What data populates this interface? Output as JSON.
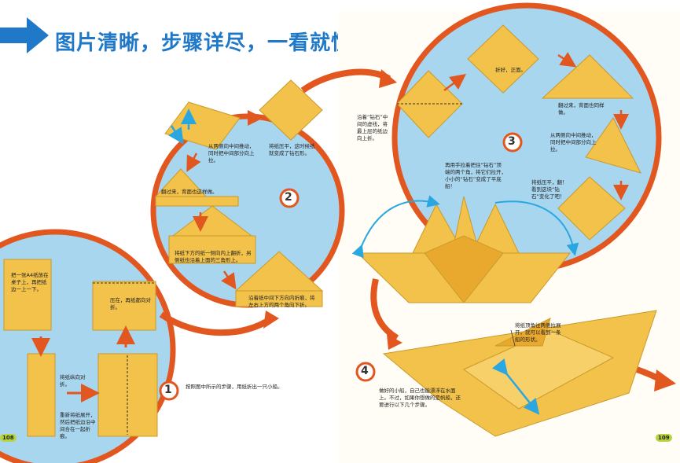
{
  "header": {
    "title": "图片清晰，步骤详尽，一看就懂"
  },
  "steps": [
    {
      "number": "1",
      "text": "按照图中所示的步骤，用纸折出一只小船。"
    },
    {
      "number": "2"
    },
    {
      "number": "3"
    },
    {
      "number": "4",
      "text": "做好的小船，自己也能漂浮在水面上。不过，如果你想做的是帆船，还要进行以下几个步骤。"
    }
  ],
  "captions": {
    "c1": "把一张A4纸放在桌子上，再把纸边一上一下。",
    "c2": "压在，再纸都向对折。",
    "c3": "将纸纵向对折。",
    "c4": "重新将纸展开，然后把纸边沿中间合在一起折痕。",
    "c5": "从两侧向中间推动，同时把中间部分向上拉。",
    "c6": "将纸压平，这时候纸就变成了钻石形。",
    "c7": "翻过来，背面也这样做。",
    "c8": "将纸下方的纸一侧向内上翻折，另侧纸也沿着上面的三角形上。",
    "c9": "沿着纸中间下方向内折痕，将左右上方的两个角向下折。",
    "c10": "沿着“钻石”中间的虚线，将最上层的纸边向上折。",
    "c11": "折好，正面。",
    "c12": "翻过来，背面也同样做。",
    "c13": "从两侧向中间推动，同时把中间部分向上拉。",
    "c14": "再用手拉着把住“钻石”顶端的两个角，将它们拉开，小小的“钻石”变成了平底船！",
    "c15": "将纸压平，翻！看到这块“钻石”变化了吧！",
    "c16": "将纸顶角往两侧拉展开，就可以看到一条船的形状。"
  },
  "page_numbers": {
    "left": "108",
    "right": "109"
  },
  "colors": {
    "ring": "#e2571f",
    "circle_fill": "#a9d6ef",
    "paper": "#f2c24a",
    "title": "#1f78c8",
    "blue_arrow": "#2aa7e0"
  }
}
